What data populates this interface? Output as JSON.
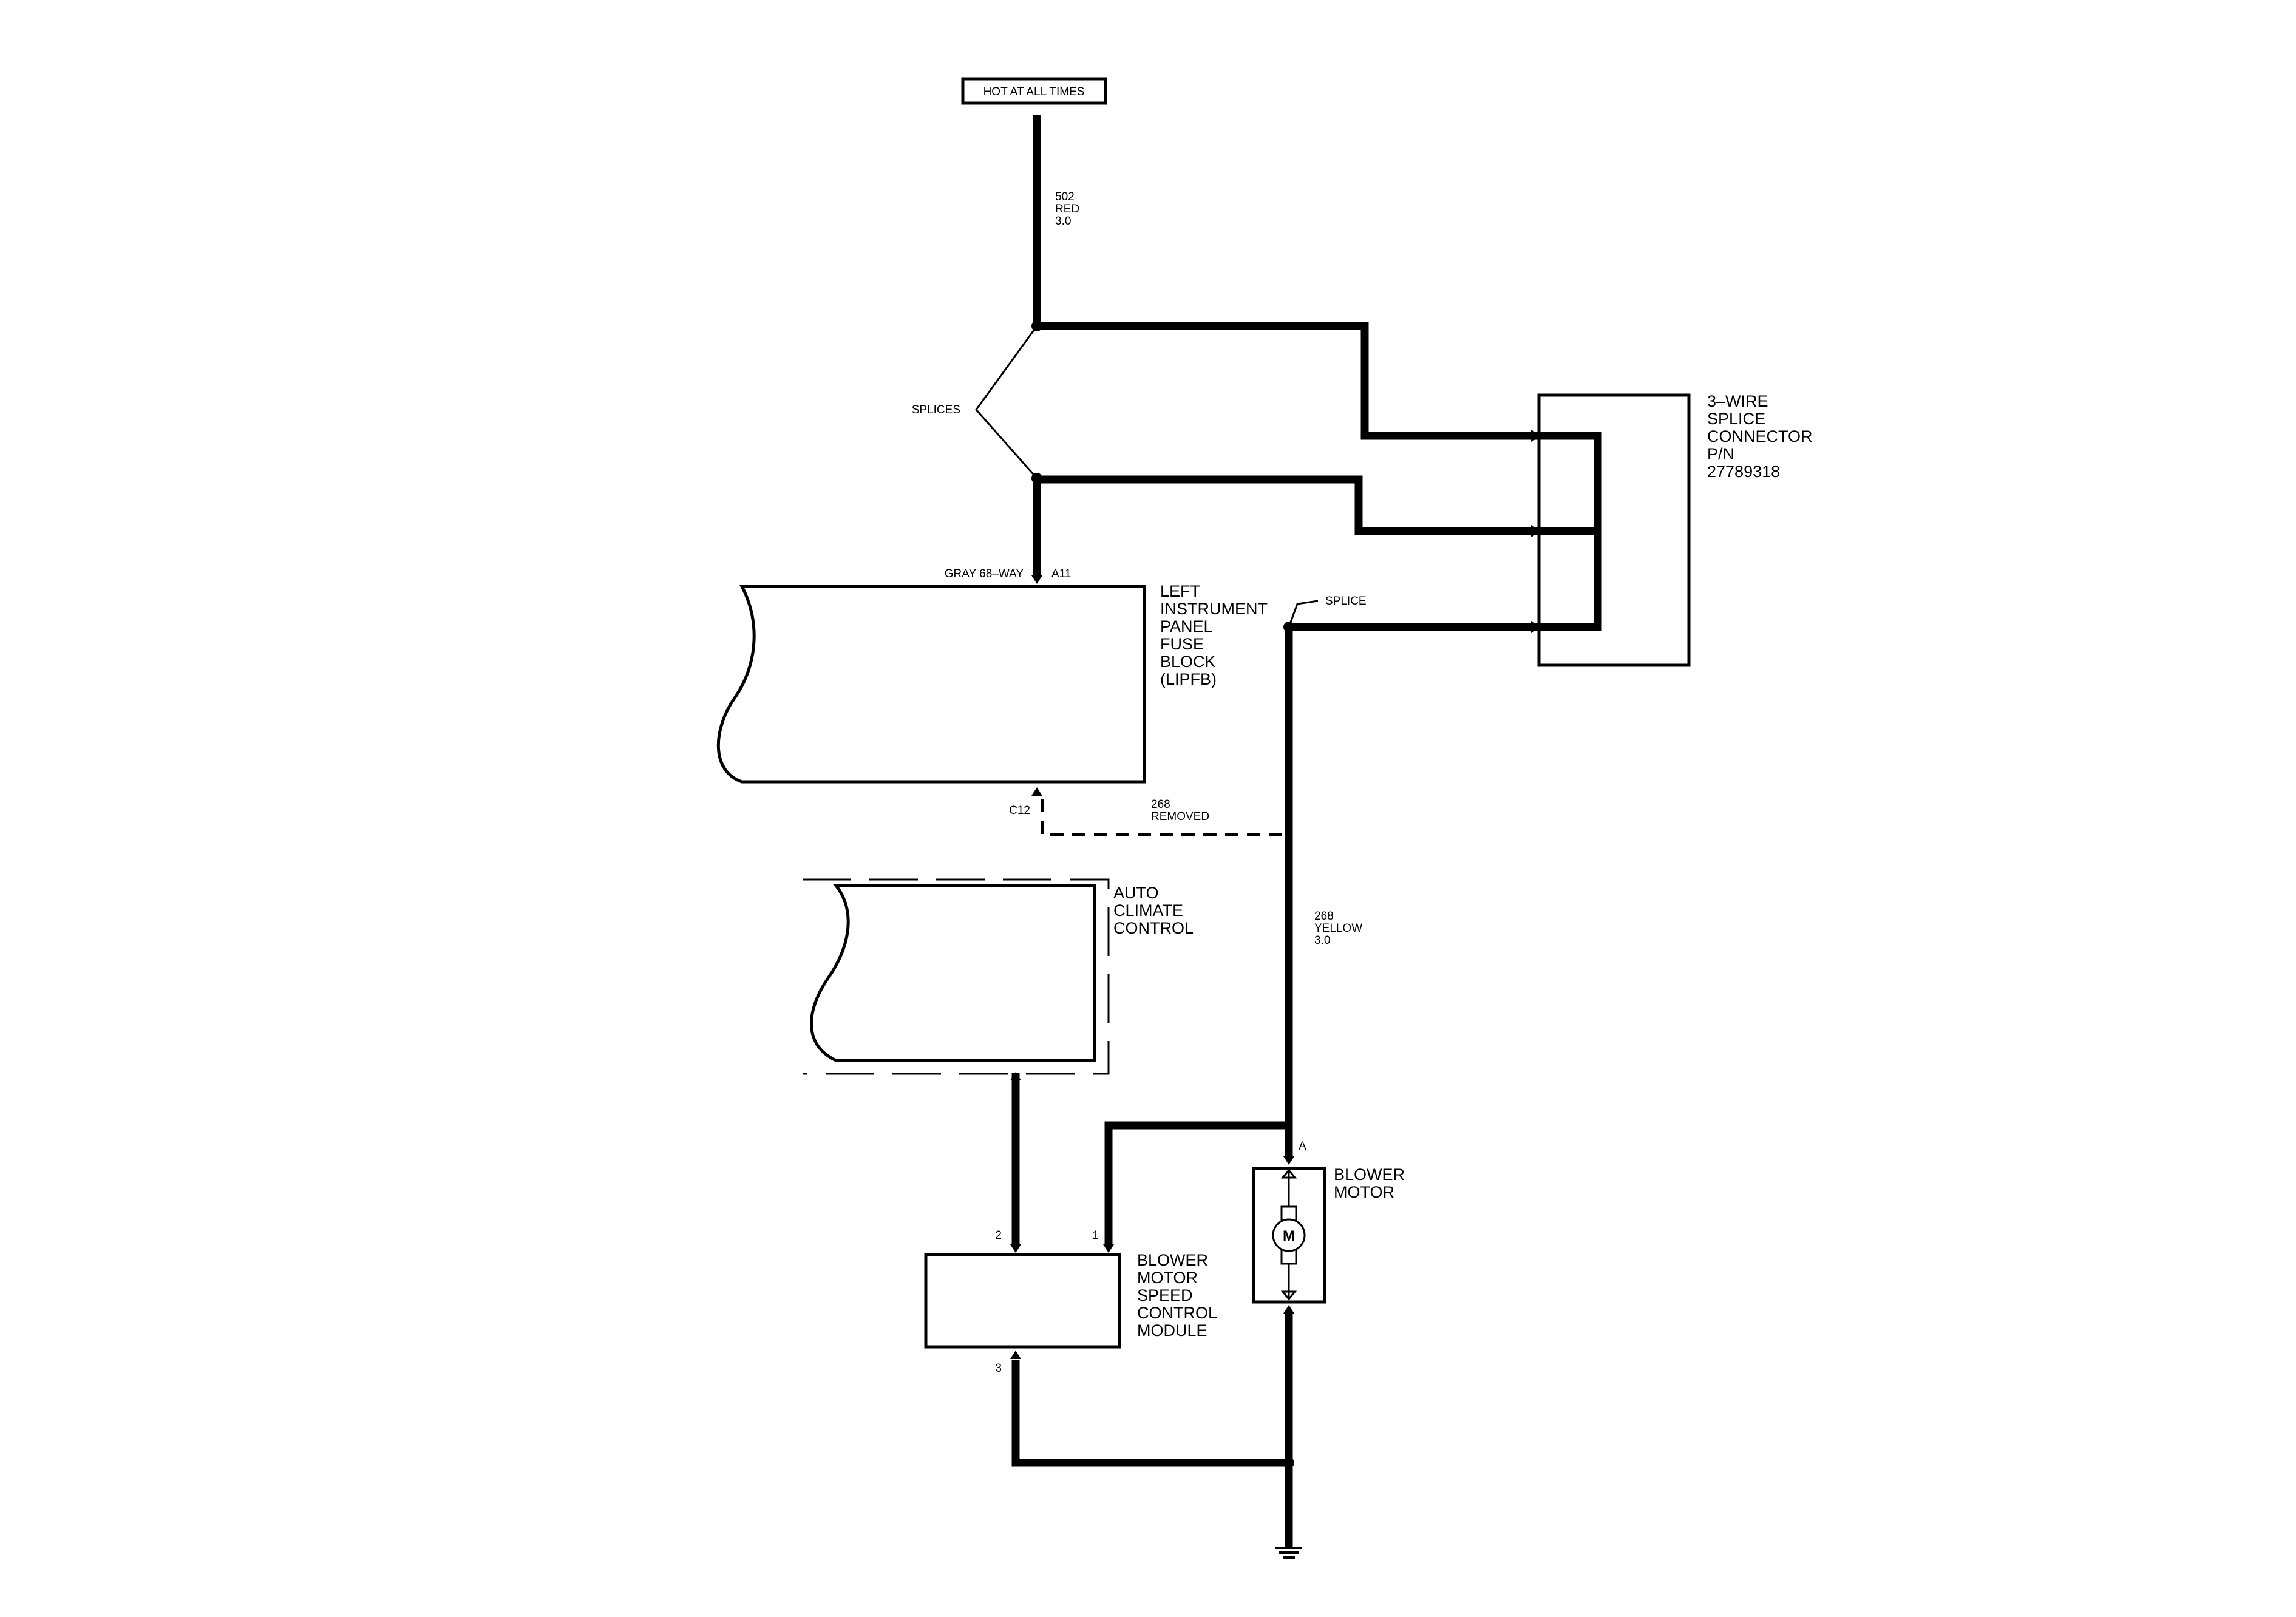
{
  "power_source": {
    "label": "HOT AT ALL TIMES"
  },
  "wires": {
    "feed": {
      "circuit": "502",
      "color": "RED",
      "gauge": "3.0"
    },
    "removed": {
      "circuit": "268",
      "status": "REMOVED"
    },
    "motor_feed": {
      "circuit": "268",
      "color": "YELLOW",
      "gauge": "3.0"
    }
  },
  "splices_label": "SPLICES",
  "splice_label": "SPLICE",
  "fuse_block": {
    "connector": "GRAY 68–WAY",
    "pin_top": "A11",
    "pin_bottom": "C12",
    "name_lines": [
      "LEFT",
      "INSTRUMENT",
      "PANEL",
      "FUSE",
      "BLOCK",
      "(LIPFB)"
    ]
  },
  "splice_connector": {
    "name_lines": [
      "3–WIRE",
      "SPLICE",
      "CONNECTOR",
      "P/N",
      "27789318"
    ]
  },
  "climate_control": {
    "name_lines": [
      "AUTO",
      "CLIMATE",
      "CONTROL"
    ]
  },
  "blower_motor": {
    "name_lines": [
      "BLOWER",
      "MOTOR"
    ],
    "pin": "A",
    "symbol": "M"
  },
  "speed_module": {
    "name_lines": [
      "BLOWER",
      "MOTOR",
      "SPEED",
      "CONTROL",
      "MODULE"
    ],
    "pin_1": "1",
    "pin_2": "2",
    "pin_3": "3"
  },
  "icons": [
    "ground-icon",
    "motor-icon",
    "connector-arrow-icon"
  ]
}
